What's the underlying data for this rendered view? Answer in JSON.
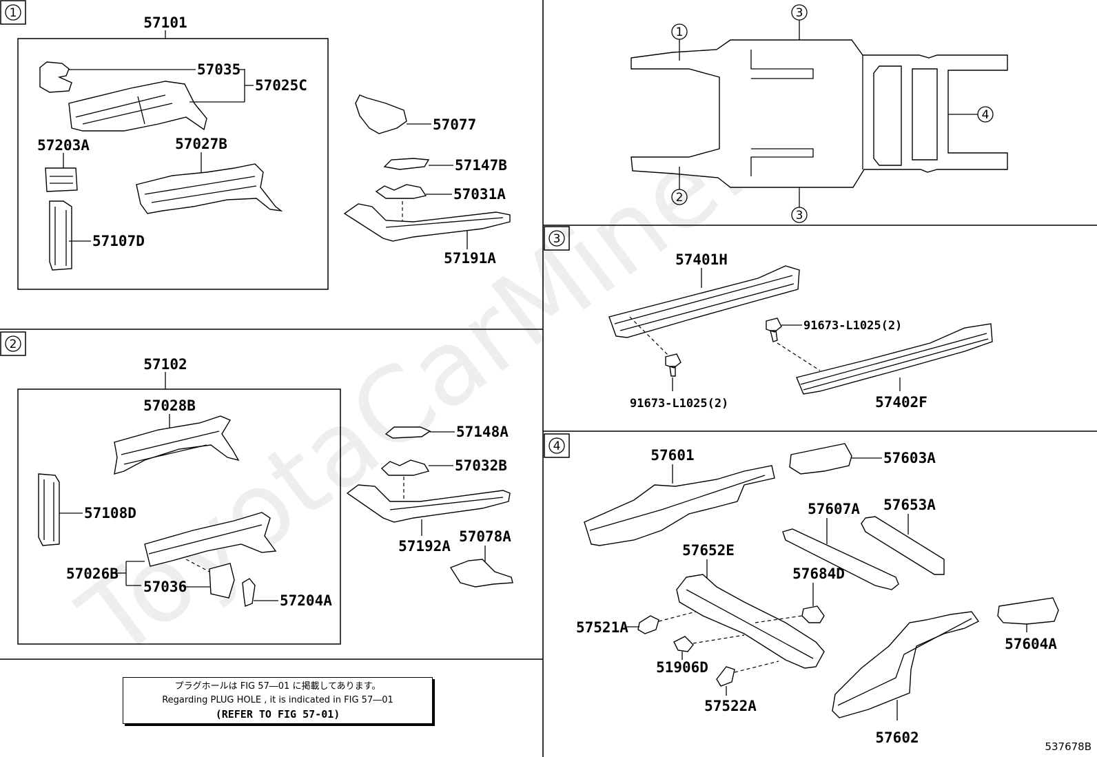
{
  "sections": [
    "1",
    "2",
    "3",
    "4"
  ],
  "section1": {
    "assembly": "57101",
    "parts": [
      "57035",
      "57025C",
      "57203A",
      "57027B",
      "57107D",
      "57077",
      "57147B",
      "57031A",
      "57191A"
    ]
  },
  "section2": {
    "assembly": "57102",
    "parts": [
      "57028B",
      "57108D",
      "57026B",
      "57036",
      "57204A",
      "57148A",
      "57032B",
      "57192A",
      "57078A"
    ]
  },
  "section3": {
    "parts": [
      "57401H",
      "91673-L1025(2)",
      "91673-L1025(2)",
      "57402F"
    ]
  },
  "section4": {
    "parts": [
      "57601",
      "57603A",
      "57607A",
      "57653A",
      "57652E",
      "57684D",
      "57521A",
      "51906D",
      "57522A",
      "57602",
      "57604A"
    ]
  },
  "overview": {
    "callouts": [
      "1",
      "2",
      "3",
      "3",
      "4"
    ]
  },
  "note": {
    "line1": "プラグホールは FIG 57―01 に掲載してあります。",
    "line2": "Regarding  PLUG  HOLE , it is indicated in  FIG  57―01",
    "line3": "(REFER  TO  FIG  57-01)"
  },
  "figure_number": "537678B",
  "watermark": "ToyotaCarMine.ru"
}
